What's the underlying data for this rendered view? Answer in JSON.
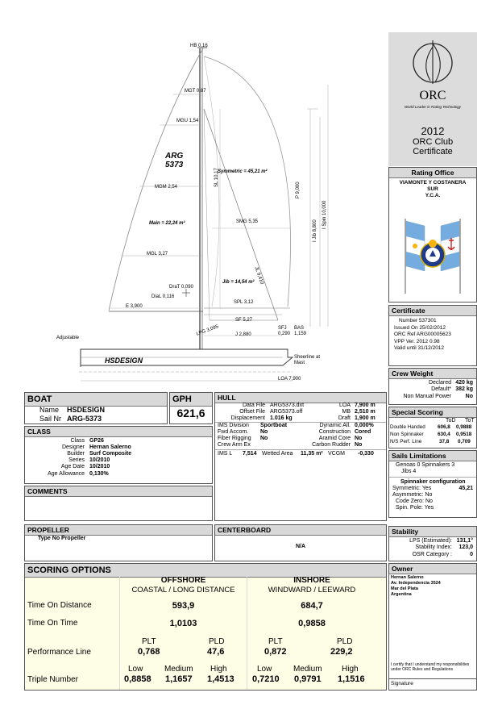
{
  "drawing": {
    "hb": "HB 0,16",
    "mgt": "MGT 0,87",
    "mgu": "MGU 1,54",
    "mgm": "MGM 2,54",
    "mgl": "MGL 3,27",
    "sail_nr_line1": "ARG",
    "sail_nr_line2": "5373",
    "symmetric": "Symmetric = 45,21 m²",
    "main": "Main = 22,24 m²",
    "jib": "Jib = 14,54 m²",
    "smg": "SMG 5,35",
    "sl": "SL 10,17",
    "p": "P 9,000",
    "ljib": "I Jib 8,800",
    "ispin": "I Spin 10,000",
    "jl": "JL 9,410",
    "spl": "SPL 3,12",
    "sf": "SF 5,27",
    "j": "J 2,880",
    "sfj": "SFJ 0,290",
    "bas": "BAS 1,159",
    "e": "E 3,900",
    "draw_t": "DraT 0,090",
    "dial": "DiaL 0,116",
    "lpg": "LPG 3,095",
    "adjustable": "Adjustable",
    "sheerline": "Sheerline at Mast",
    "hull_name": "HSDESIGN",
    "loa": "LOA 7,900"
  },
  "logo": {
    "text": "ORC",
    "tagline": "World Leader in Rating Technology"
  },
  "cert_title": {
    "year": "2012",
    "line1": "ORC Club",
    "line2": "Certificate"
  },
  "rating_office": {
    "title": "Rating Office",
    "lines": [
      "VIAMONTE Y COSTANERA",
      "SUR",
      "Y.C.A."
    ]
  },
  "certificate": {
    "title": "Certificate",
    "lines": [
      "Number 537301",
      "Issued On 25/02/2012",
      "ORC Ref  ARG00005623",
      "VPP Ver.  2012  0.98",
      "Valid until 31/12/2012"
    ]
  },
  "crew_weight": {
    "title": "Crew Weight",
    "rows": [
      {
        "label": "Declared",
        "value": "420 kg"
      },
      {
        "label": "Default*",
        "value": "382 kg"
      },
      {
        "label": "Non Manual Power",
        "value": "No"
      }
    ]
  },
  "special_scoring": {
    "title": "Special Scoring",
    "head_tod": "ToD",
    "head_tot": "ToT",
    "rows": [
      {
        "label": "Double Handed",
        "tod": "606,8",
        "tot": "0,9888"
      },
      {
        "label": "Non Spinnaker",
        "tod": "630,4",
        "tot": "0,9518"
      },
      {
        "label": "N/S Perf. Line",
        "tod": "37,8",
        "tot": "0,709"
      }
    ]
  },
  "sails": {
    "title": "Sails Limitations",
    "line1": "Genoas  0   Spinnakers  3",
    "line2": "Jibs  4",
    "config_title": "Spinnaker configuration",
    "symmetric_label": "Symmetric: Yes",
    "symmetric_value": "45,21",
    "asymmetric": "Asymmetric: No",
    "code_zero": "Code Zero: No",
    "spin_pole": "Spin. Pole: Yes"
  },
  "stability": {
    "title": "Stability",
    "rows": [
      {
        "label": "LPS (Estimated):",
        "value": "131,1°"
      },
      {
        "label": "Stability Index:",
        "value": "123,0"
      },
      {
        "label": "OSR Category :",
        "value": "0"
      }
    ]
  },
  "owner": {
    "title": "Owner",
    "lines": [
      "Hernan Salerno",
      "Av. Independencia 3524",
      "Mar del Plata",
      "Argentina"
    ],
    "certify": "I certify that I understand my responsibilities under ORC Rules and Regulations",
    "signature": "Signature"
  },
  "boat": {
    "title": "BOAT",
    "name_label": "Name",
    "name": "HSDESIGN",
    "sailnr_label": "Sail Nr",
    "sailnr": "ARG-5373"
  },
  "gph": {
    "title": "GPH",
    "value": "621,6"
  },
  "class_box": {
    "title": "CLASS",
    "rows": [
      {
        "label": "Class",
        "value": "GP26"
      },
      {
        "label": "Designer",
        "value": "Hernan Salerno"
      },
      {
        "label": "Builder",
        "value": "Surf Composite"
      },
      {
        "label": "Series",
        "value": "10/2010"
      },
      {
        "label": "Age Date",
        "value": "10/2010"
      },
      {
        "label": "Age Allowance",
        "value": "0,130%"
      }
    ]
  },
  "hull": {
    "title": "HULL",
    "datafile_label": "Data File",
    "datafile": "ARG5373.dxt",
    "loa_label": "LOA",
    "loa": "7,900 m",
    "offset_label": "Offset File",
    "offset": "ARG5373.off",
    "mb_label": "MB",
    "mb": "2,510 m",
    "disp_label": "Displacement",
    "disp": "1.016 kg",
    "draft_label": "Draft",
    "draft": "1,900 m",
    "ims_div_label": "IMS Division",
    "ims_div": "Sportboat",
    "dyn_label": "Dynamic All.",
    "dyn": "0,000%",
    "fwd_label": "Fwd Accom.",
    "fwd": "No",
    "constr_label": "Construction",
    "constr": "Cored",
    "fiber_label": "Fiber Rigging",
    "fiber": "No",
    "aramid_label": "Aramid Core",
    "aramid": "No",
    "crew_arm_label": "Crew Arm Ex",
    "carbon_label": "Carbon Rudder",
    "carbon": "No",
    "imsl_label": "IMS L",
    "imsl": "7,514",
    "wetted_label": "Wetted Area",
    "wetted": "11,35 m²",
    "vcgm_label": "VCGM",
    "vcgm": "-0,330"
  },
  "comments": {
    "title": "COMMENTS"
  },
  "propeller": {
    "title": "PROPELLER",
    "type": "Type No Propeller"
  },
  "centerboard": {
    "title": "CENTERBOARD",
    "value": "N/A"
  },
  "scoring": {
    "title": "SCORING OPTIONS",
    "offshore": "OFFSHORE",
    "offshore_sub": "COASTAL / LONG DISTANCE",
    "inshore": "INSHORE",
    "inshore_sub": "WINDWARD / LEEWARD",
    "tod_label": "Time On Distance",
    "tod_off": "593,9",
    "tod_in": "684,7",
    "tot_label": "Time On Time",
    "tot_off": "1,0103",
    "tot_in": "0,9858",
    "pl_label": "Performance Line",
    "plt": "PLT",
    "pld": "PLD",
    "pl_off_plt": "0,768",
    "pl_off_pld": "47,6",
    "pl_in_plt": "0,872",
    "pl_in_pld": "229,2",
    "tn_label": "Triple Number",
    "low": "Low",
    "medium": "Medium",
    "high": "High",
    "tn_off": [
      "0,8858",
      "1,1657",
      "1,4513"
    ],
    "tn_in": [
      "0,7210",
      "0,9791",
      "1,1516"
    ]
  },
  "colors": {
    "header_bg": "#d9d9d9",
    "scoring_bg": "#fefde6",
    "flag_blue": "#74acdf",
    "flag_sun": "#f6b40e"
  }
}
